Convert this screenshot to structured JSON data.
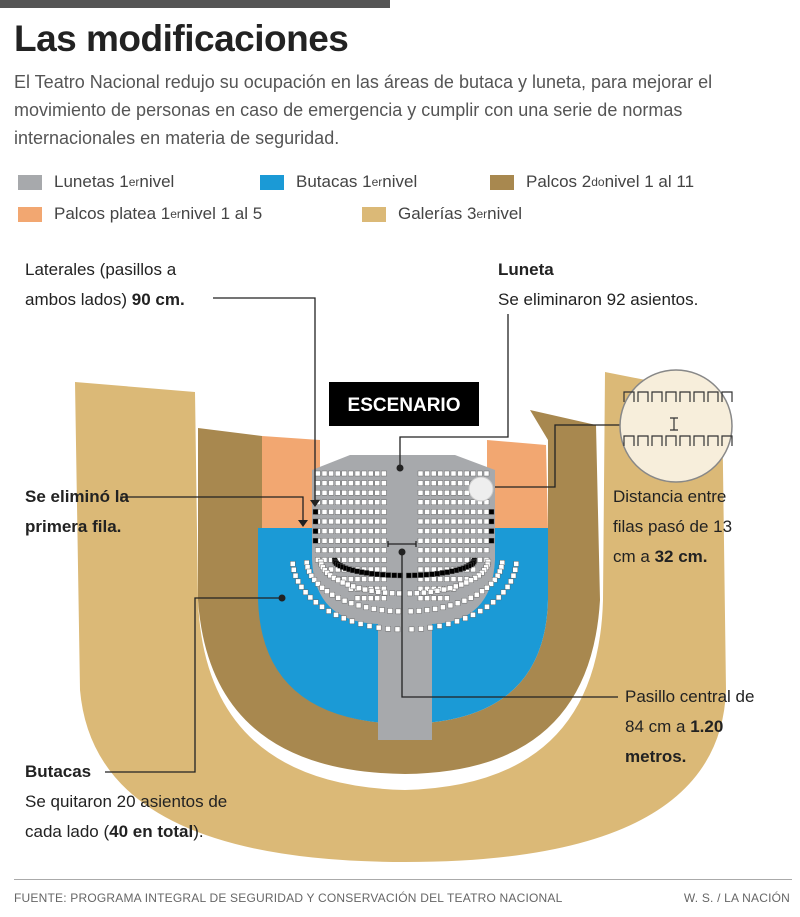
{
  "title": "Las modificaciones",
  "intro": "El Teatro Nacional redujo su ocupación en las áreas de butaca y luneta, para mejorar el movimiento de personas en caso de emergencia y cumplir con una serie de normas internacionales en materia de seguridad.",
  "legend": [
    {
      "label_pre": "Lunetas 1",
      "sup": "er",
      "label_post": " nivel",
      "color": "#a7a9ac"
    },
    {
      "label_pre": "Butacas 1",
      "sup": "er",
      "label_post": " nivel",
      "color": "#1b9ad6"
    },
    {
      "label_pre": "Palcos 2",
      "sup": "do",
      "label_post": " nivel 1 al 11",
      "color": "#a8884f"
    },
    {
      "label_pre": "Palcos platea 1",
      "sup": "er",
      "label_post": " nivel 1 al 5",
      "color": "#f2a771"
    },
    {
      "label_pre": "Galerías 3",
      "sup": "er",
      "label_post": " nivel",
      "color": "#dbb977"
    }
  ],
  "stage_label": "ESCENARIO",
  "notes": {
    "laterales": {
      "line1": "Laterales (pasillos a",
      "line2_pre": "ambos lados) ",
      "line2_bold": "90 cm."
    },
    "luneta": {
      "title": "Luneta",
      "text": "Se eliminaron 92 asientos."
    },
    "primera_fila": {
      "line1": "Se eliminó la",
      "line2": "primera fila."
    },
    "distancia": {
      "line1": "Distancia entre",
      "line2": "filas pasó de 13",
      "line3_pre": "cm a ",
      "line3_bold": "32 cm."
    },
    "pasillo": {
      "line1": "Pasillo central de",
      "line2_pre": "84 cm a ",
      "line2_bold": "1.20",
      "line3_bold": "metros."
    },
    "butacas": {
      "title": "Butacas",
      "line1": "Se quitaron 20 asientos de",
      "line2_pre": "cada lado (",
      "line2_bold": "40 en total",
      "line2_post": ")."
    }
  },
  "footer": {
    "source": "FUENTE: PROGRAMA INTEGRAL DE SEGURIDAD Y CONSERVACIÓN DEL TEATRO NACIONAL",
    "credit": "W. S. / LA NACIÓN"
  }
}
